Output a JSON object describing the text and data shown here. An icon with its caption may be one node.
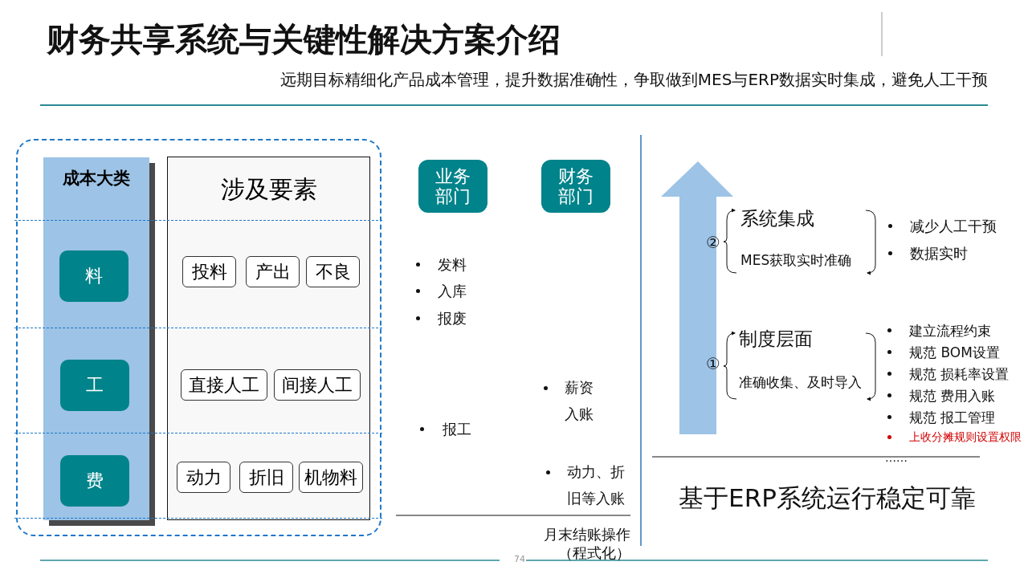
{
  "diagram": {
    "title": "财务共享系统与关键性解决方案介绍",
    "nodes": [
      {
        "text": [],
        "shape": "box"
      },
      {
        "text": [
          "成本大类"
        ],
        "in": 0
      },
      {
        "text": [
          "料"
        ],
        "in": 1
      },
      {
        "text": [
          "工"
        ],
        "in": 1
      },
      {
        "text": [
          "费"
        ],
        "in": 1
      },
      {
        "text": [
          "涉及要素"
        ],
        "in": 0
      },
      {
        "text": [
          "投料"
        ],
        "in": 5
      },
      {
        "text": [
          "产出"
        ],
        "in": 5
      },
      {
        "text": [
          "不良"
        ],
        "in": 5
      },
      {
        "text": [
          "直接人工"
        ],
        "in": 5
      },
      {
        "text": [
          "间接人工"
        ],
        "in": 5
      },
      {
        "text": [
          "动力"
        ],
        "in": 5
      },
      {
        "text": [
          "折旧"
        ],
        "in": 5
      },
      {
        "text": [
          "机物料"
        ],
        "in": 5
      },
      {
        "text": [
          "业务部门"
        ]
      },
      {
        "text": [
          "财务部门"
        ]
      }
    ],
    "labels": [
      "远期目标精细化产品成本管理，提升数据准确性，争取做到MES与ERP数据实时集成，避免人工干预",
      "发料",
      "入库",
      "报废",
      "报工",
      "薪资入账",
      "动力、折旧等入账",
      "月末结账操作（程式化）",
      "②",
      "系统集成",
      "MES获取实时准确",
      "减少人工干预",
      "数据实时",
      "①",
      "制度层面",
      "准确收集、及时导入",
      "建立流程约束",
      "规范 BOM设置",
      "规范 损耗率设置",
      "规范 费用入账",
      "规范 报工管理",
      "上收分摊规则设置权限",
      "……",
      "基于ERP系统运行稳定可靠",
      "74"
    ]
  }
}
